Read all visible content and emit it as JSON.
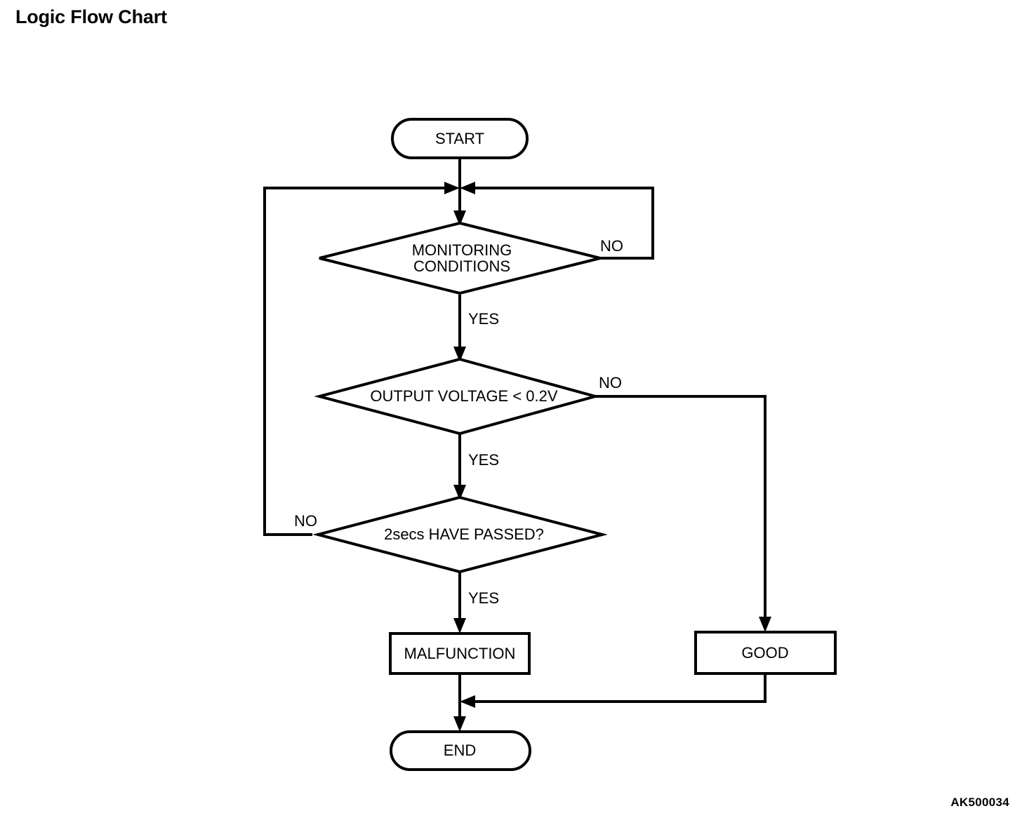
{
  "page": {
    "title": "Logic Flow Chart",
    "watermark": "AK500034",
    "background_color": "#ffffff",
    "line_color": "#000000"
  },
  "chart_data": {
    "type": "diagram",
    "title": "Logic Flow Chart",
    "diagram_kind": "flowchart",
    "orientation": "top-to-bottom",
    "nodes": [
      {
        "id": "start",
        "shape": "terminator",
        "label": "START"
      },
      {
        "id": "monitoring",
        "shape": "decision",
        "label": "MONITORING CONDITIONS",
        "label_line1": "MONITORING",
        "label_line2": "CONDITIONS"
      },
      {
        "id": "voltage",
        "shape": "decision",
        "label": "OUTPUT VOLTAGE < 0.2V"
      },
      {
        "id": "timer",
        "shape": "decision",
        "label": "2secs HAVE PASSED?"
      },
      {
        "id": "malfunction",
        "shape": "process",
        "label": "MALFUNCTION"
      },
      {
        "id": "good",
        "shape": "process",
        "label": "GOOD"
      },
      {
        "id": "end",
        "shape": "terminator",
        "label": "END"
      }
    ],
    "edges": [
      {
        "from": "start",
        "to": "monitoring",
        "label": ""
      },
      {
        "from": "monitoring",
        "to": "monitoring",
        "label": "NO",
        "note": "loops back to the junction above MONITORING CONDITIONS"
      },
      {
        "from": "monitoring",
        "to": "voltage",
        "label": "YES"
      },
      {
        "from": "voltage",
        "to": "good",
        "label": "NO"
      },
      {
        "from": "voltage",
        "to": "timer",
        "label": "YES"
      },
      {
        "from": "timer",
        "to": "monitoring",
        "label": "NO",
        "note": "loops back via the left side to the junction above MONITORING CONDITIONS"
      },
      {
        "from": "timer",
        "to": "malfunction",
        "label": "YES"
      },
      {
        "from": "malfunction",
        "to": "end",
        "label": ""
      },
      {
        "from": "good",
        "to": "end",
        "label": ""
      }
    ],
    "edge_labels": {
      "monitoring_no": "NO",
      "monitoring_yes": "YES",
      "voltage_no": "NO",
      "voltage_yes": "YES",
      "timer_no": "NO",
      "timer_yes": "YES"
    }
  }
}
